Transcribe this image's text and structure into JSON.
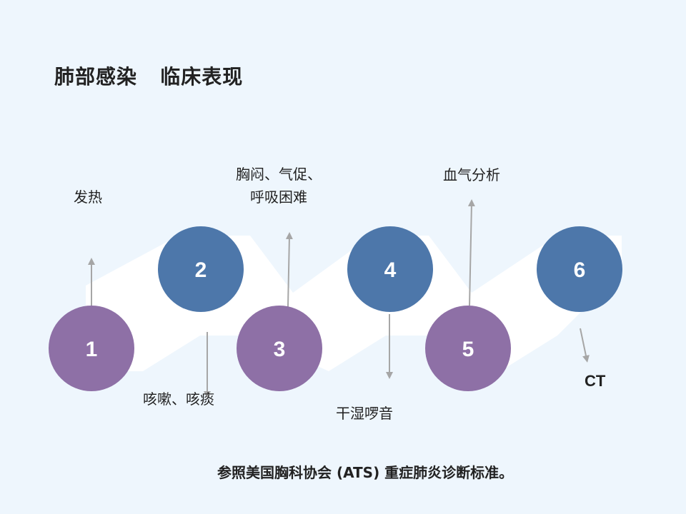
{
  "title": "肺部感染   临床表现",
  "nodes": [
    {
      "number": "1",
      "label": "发热"
    },
    {
      "number": "2",
      "label_lines": [
        "胸闷、气促、",
        "呼吸困难"
      ]
    },
    {
      "number": "3",
      "label": "咳嗽、咳痰"
    },
    {
      "number": "4",
      "label": "血气分析"
    },
    {
      "number": "5",
      "label": "干湿啰音"
    },
    {
      "number": "6",
      "label": "CT"
    }
  ],
  "footer": "参照美国胸科协会 (ATS) 重症肺炎诊断标准。",
  "colors": {
    "background": "#eef6fd",
    "purple": "#8e70a6",
    "blue": "#4d77aa",
    "band": "#ffffff",
    "arrow": "#a6a6a6"
  }
}
